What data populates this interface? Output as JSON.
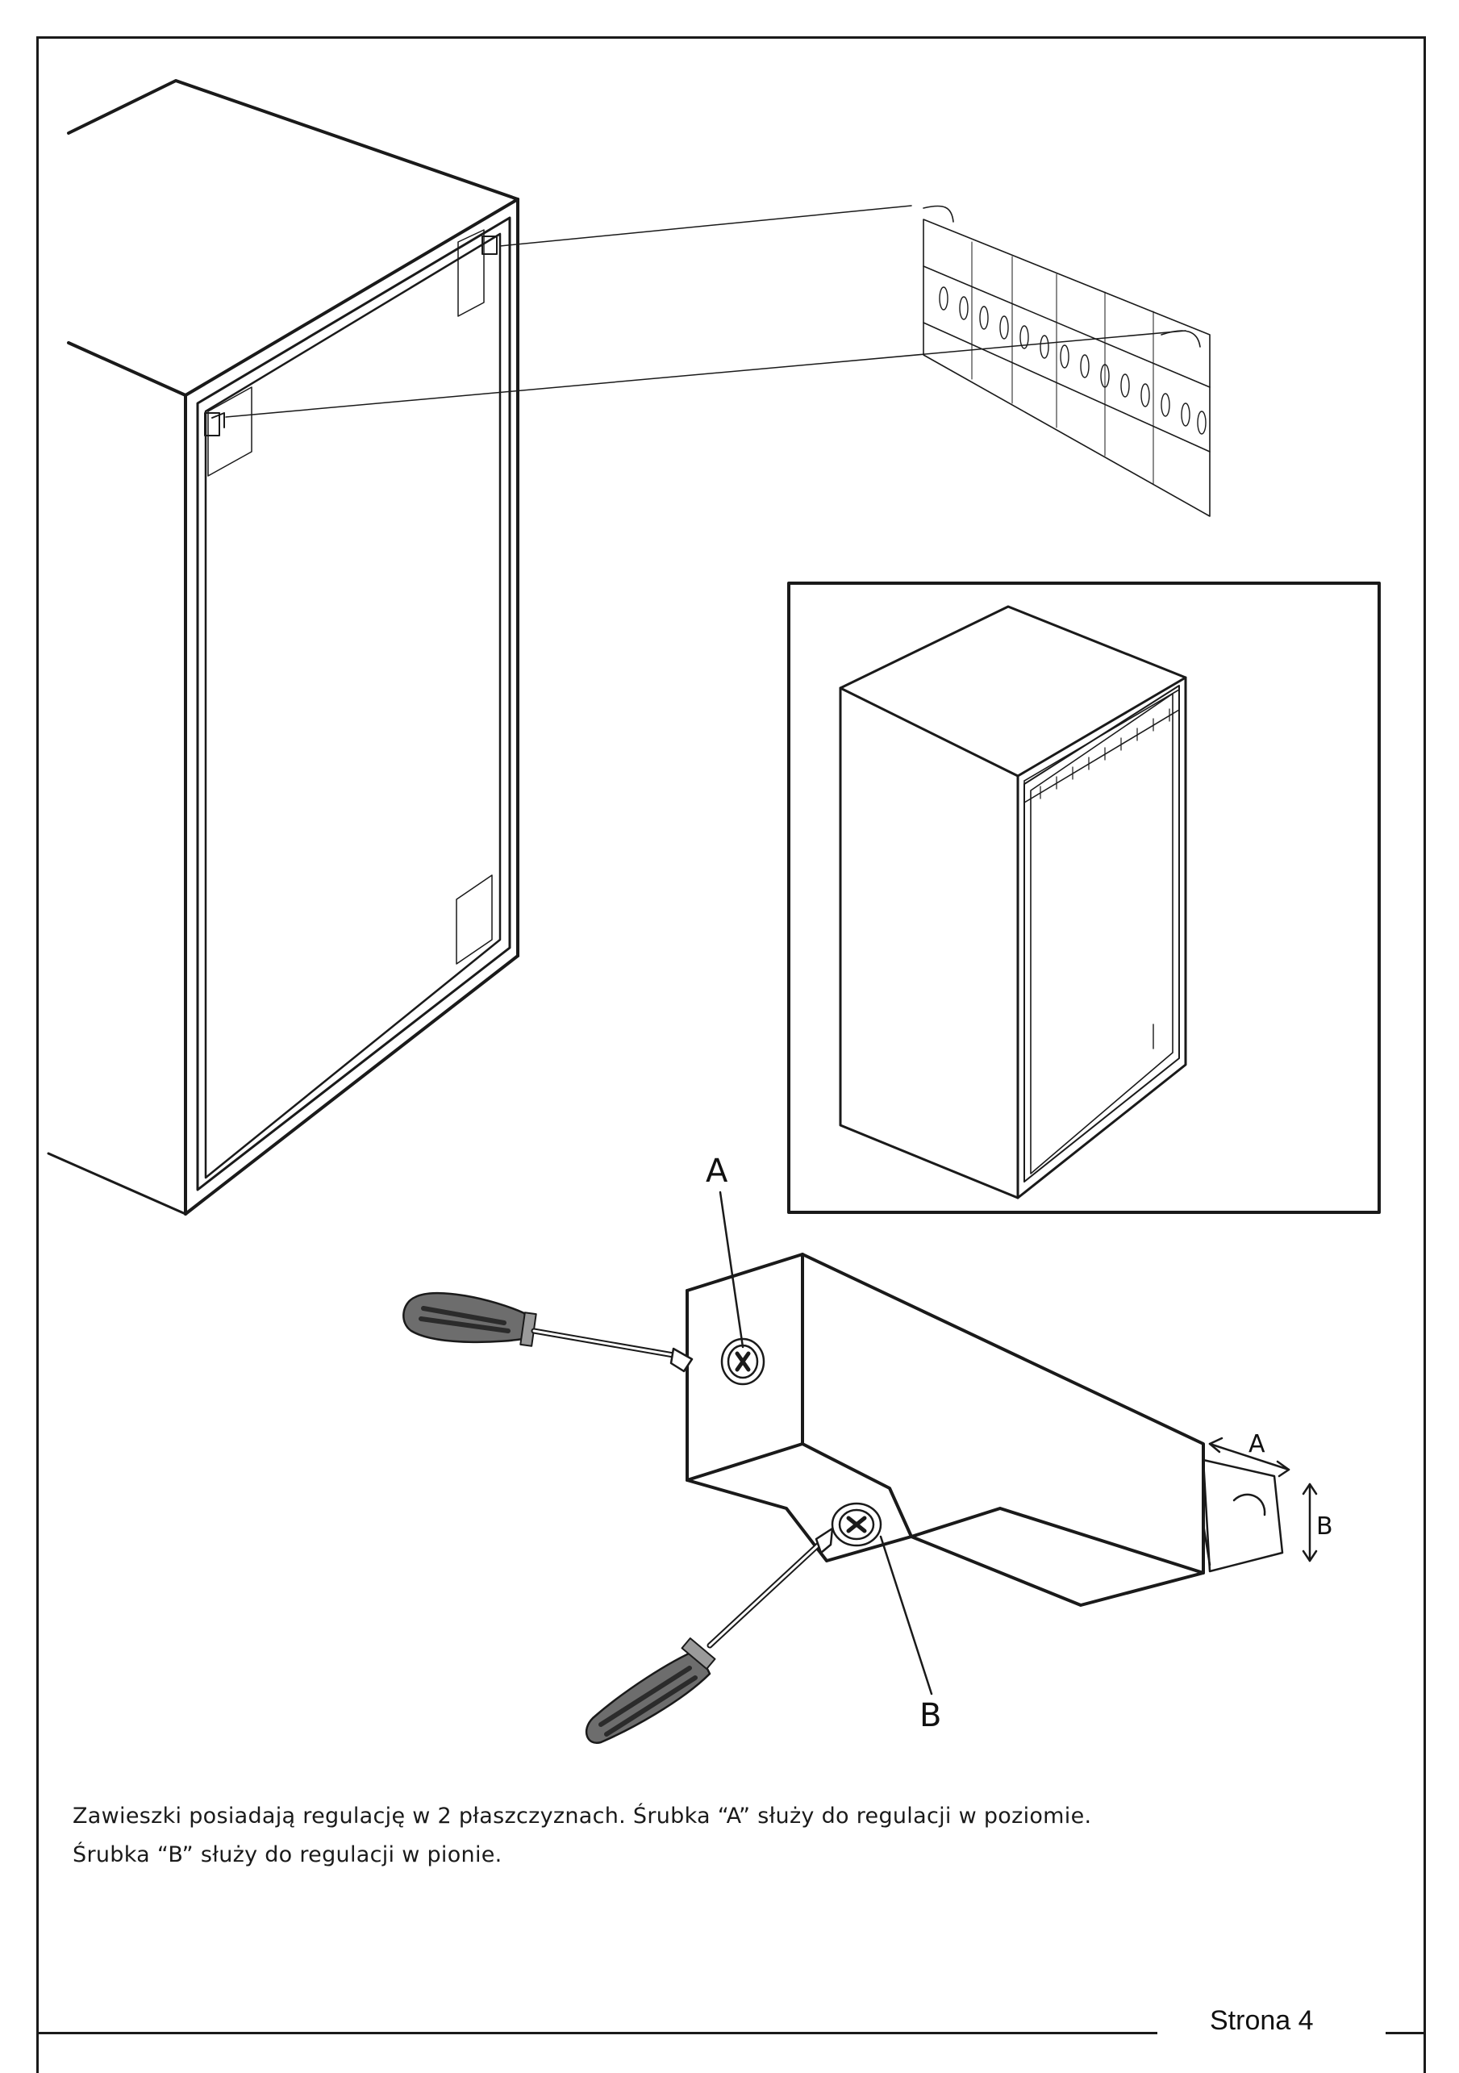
{
  "instructions": {
    "line1": "Zawieszki posiadają regulację w 2 płaszczyznach. Śrubka “A” służy do regulacji w poziomie.",
    "line2": "Śrubka “B” służy do regulacji w pionie."
  },
  "labels": {
    "screw_a": "A",
    "screw_b": "B",
    "arrow_a": "A",
    "arrow_b": "B"
  },
  "footer": {
    "page": "Strona 4"
  }
}
